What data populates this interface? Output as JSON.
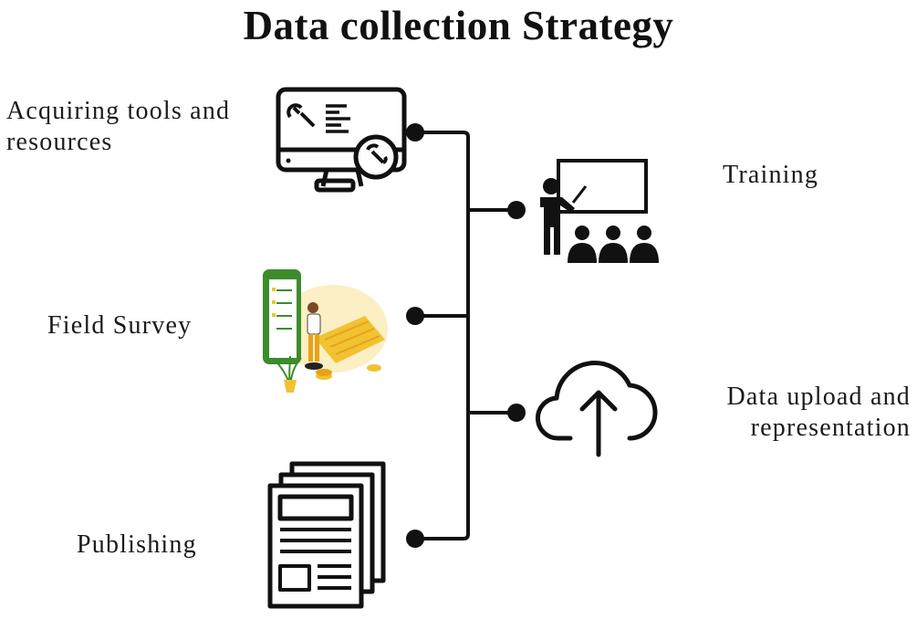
{
  "title": "Data collection Strategy",
  "left_nodes": [
    {
      "label_lines": [
        "Acquiring tools and",
        "resources"
      ],
      "icon": "computer-settings-icon"
    },
    {
      "label_lines": [
        "Field Survey"
      ],
      "icon": "field-survey-illustration"
    },
    {
      "label_lines": [
        "Publishing"
      ],
      "icon": "documents-stack-icon"
    }
  ],
  "right_nodes": [
    {
      "label_lines": [
        "Training"
      ],
      "icon": "presenter-audience-icon"
    },
    {
      "label_lines": [
        "Data upload and",
        "representation"
      ],
      "icon": "cloud-upload-icon"
    }
  ],
  "colors": {
    "line": "#111111",
    "survey_green": "#3c8c2c",
    "survey_yellow": "#f1c232",
    "survey_orange": "#e8a317"
  }
}
